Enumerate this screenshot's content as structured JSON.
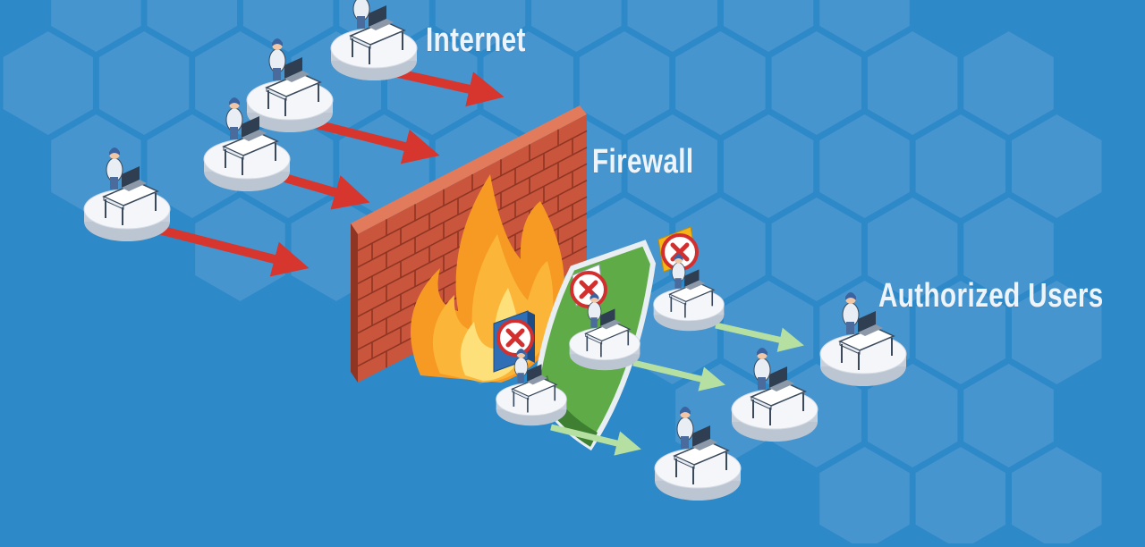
{
  "labels": {
    "internet": "Internet",
    "firewall": "Firewall",
    "authorized_users": "Authorized Users"
  },
  "colors": {
    "background": "#2d89c8",
    "hexagon": "#5d9fd4",
    "brick": "#c9553c",
    "shield": "#5fab47",
    "blocked_arrow": "#d6362e",
    "allowed_arrow": "#b5e0a2",
    "flame": "#f79a24"
  },
  "icons": {
    "internet_user": "person-at-computer-icon",
    "authorized_user": "person-at-computer-icon",
    "blocked_marker": "x-circle-icon",
    "firewall_wall": "brick-wall-icon",
    "fire": "fire-icon",
    "shield": "shield-icon"
  }
}
